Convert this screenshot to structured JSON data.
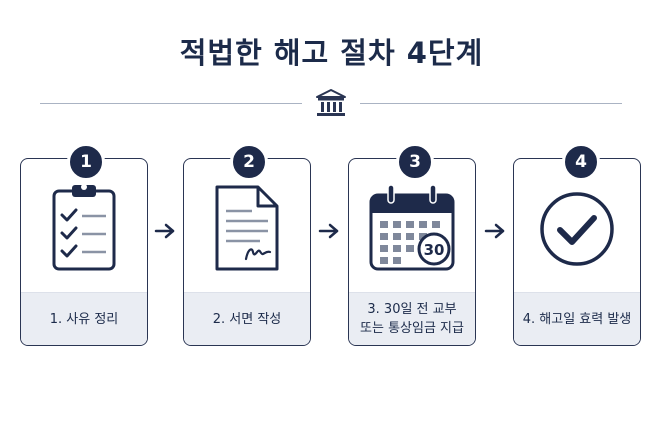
{
  "title": "적법한 해고 절차 4단계",
  "steps": [
    {
      "number": "1",
      "label": "1. 사유 정리",
      "icon": "clipboard-checklist-icon"
    },
    {
      "number": "2",
      "label": "2. 서면 작성",
      "icon": "signed-document-icon"
    },
    {
      "number": "3",
      "label": "3. 30일 전 교부\n또는 통상임금 지급",
      "icon": "calendar-30-icon",
      "calendar_day": "30"
    },
    {
      "number": "4",
      "label": "4. 해고일 효력 발생",
      "icon": "check-circle-icon"
    }
  ],
  "colors": {
    "navy": "#1e2a4a",
    "panel": "#eaedf3",
    "line": "#aab3c3"
  }
}
